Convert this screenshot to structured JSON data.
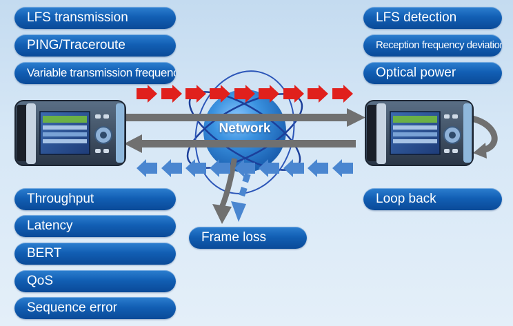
{
  "left_top_items": [
    "LFS transmission",
    "PING/Traceroute",
    "Variable transmission frequency"
  ],
  "right_top_items": [
    "LFS detection",
    "Reception frequency deviation",
    "Optical power"
  ],
  "left_bottom_items": [
    "Throughput",
    "Latency",
    "BERT",
    "QoS",
    "Sequence error"
  ],
  "right_bottom_items": [
    "Loop back"
  ],
  "center_items": {
    "network": "Network",
    "frame_loss": "Frame loss"
  },
  "colors": {
    "pill": "#125fb4",
    "red_arrows": "#e0201c",
    "blue_arrows": "#4a86d0",
    "main_arrows": "#707070",
    "network_sphere": "#2b84d8"
  }
}
